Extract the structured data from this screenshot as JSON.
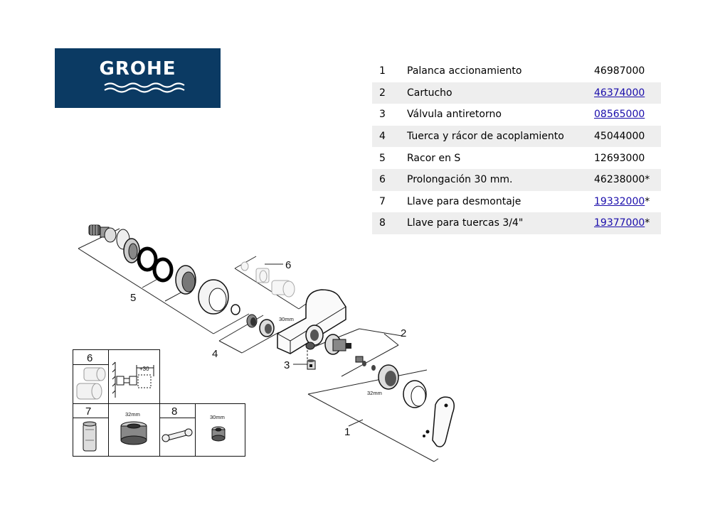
{
  "brand": {
    "name": "GROHE",
    "background": "#0b3a63",
    "text_color": "#ffffff"
  },
  "parts": [
    {
      "num": "1",
      "description": "Palanca accionamiento",
      "code": "46987000",
      "suffix": "",
      "link": false
    },
    {
      "num": "2",
      "description": "Cartucho",
      "code": "46374000",
      "suffix": "",
      "link": true
    },
    {
      "num": "3",
      "description": "Válvula antiretorno",
      "code": "08565000",
      "suffix": "",
      "link": true
    },
    {
      "num": "4",
      "description": "Tuerca y rácor de acoplamiento",
      "code": "45044000",
      "suffix": "",
      "link": false
    },
    {
      "num": "5",
      "description": "Racor en S",
      "code": "12693000",
      "suffix": "",
      "link": false
    },
    {
      "num": "6",
      "description": "Prolongación 30 mm.",
      "code": "46238000",
      "suffix": "*",
      "link": false
    },
    {
      "num": "7",
      "description": "Llave para desmontaje",
      "code": "19332000",
      "suffix": "*",
      "link": true
    },
    {
      "num": "8",
      "description": "Llave para tuercas 3/4\"",
      "code": "19377000",
      "suffix": "*",
      "link": true
    }
  ],
  "diagram": {
    "callouts": {
      "c1": "1",
      "c2": "2",
      "c3": "3",
      "c4": "4",
      "c5": "5",
      "c6": "6"
    },
    "dim_30mm": "30mm",
    "dim_32mm": "32mm"
  },
  "inset": {
    "c6": "6",
    "c7": "7",
    "c8": "8",
    "extension": "+30",
    "dim_32mm": "32mm",
    "dim_30mm": "30mm"
  }
}
